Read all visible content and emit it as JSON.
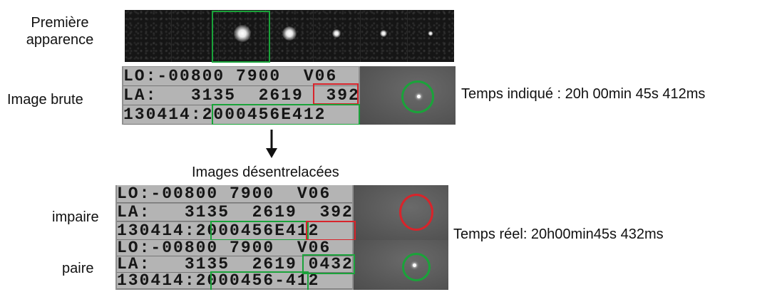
{
  "labels": {
    "first_appearance": "Première apparence",
    "raw_image": "Image brute",
    "indicated_time": "Temps indiqué : 20h 00min 45s 412ms",
    "deinterlaced_images": "Images désentrelacées",
    "odd": "impaire",
    "even": "paire",
    "real_time": "Temps réel: 20h00min45s 432ms"
  },
  "raw_frame": {
    "line1": "LO:-00800 7900  V06",
    "line2": "LA:   3135  2619  392",
    "line3": "130414:2000456E412"
  },
  "odd_frame": {
    "line1": "LO:-00800 7900  V06",
    "line2": "LA:   3135  2619  392",
    "line3": "130414:2000456E412"
  },
  "even_frame": {
    "line1": "LO:-00800 7900  V06",
    "line2": "LA:   3135  2619 0432",
    "line3": "130414:2000456-412"
  },
  "colors": {
    "highlight_green": "#1aa33a",
    "highlight_red": "#d8242b"
  },
  "icons": {
    "arrow": "arrow-down-icon"
  }
}
